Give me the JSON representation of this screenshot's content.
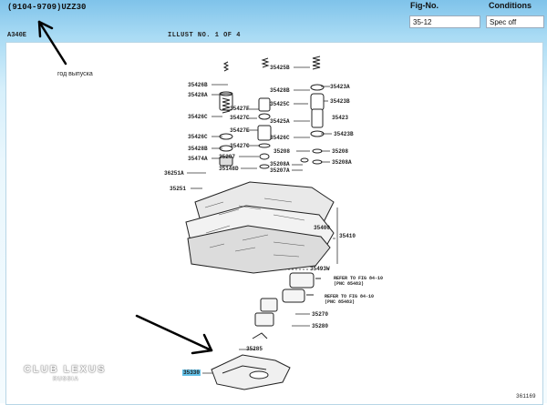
{
  "header": {
    "code": "(9104-9709)UZZ30",
    "model": "A340E",
    "illust": "ILLUST NO. 1 OF 4",
    "fig_label": "Fig-No.",
    "fig_value": "35-12",
    "cond_label": "Conditions",
    "cond_value": "Spec off"
  },
  "annotation": {
    "text": "год выпуска"
  },
  "parts": [
    "35426B",
    "35428A",
    "35426C",
    "35426C",
    "35428B",
    "35474A",
    "36251A",
    "35251",
    "35425B",
    "35428B",
    "35427F",
    "35427C",
    "35427E",
    "35427C",
    "35207",
    "35148D",
    "35425C",
    "35425A",
    "35426C",
    "35208",
    "35208A",
    "35207A",
    "35423A",
    "35423B",
    "35423",
    "35423B",
    "35208",
    "35208A",
    "35400",
    "35410",
    "35493W",
    "35270",
    "35280",
    "35285",
    "35330"
  ],
  "refs": [
    "REFER TO FIG 84-10 (PNC 85483)",
    "REFER TO FIG 84-10 (PNC 85483)"
  ],
  "watermark": {
    "line1": "CLUB LEXUS",
    "line2": "RUSSIA"
  },
  "figure_id": "361169"
}
